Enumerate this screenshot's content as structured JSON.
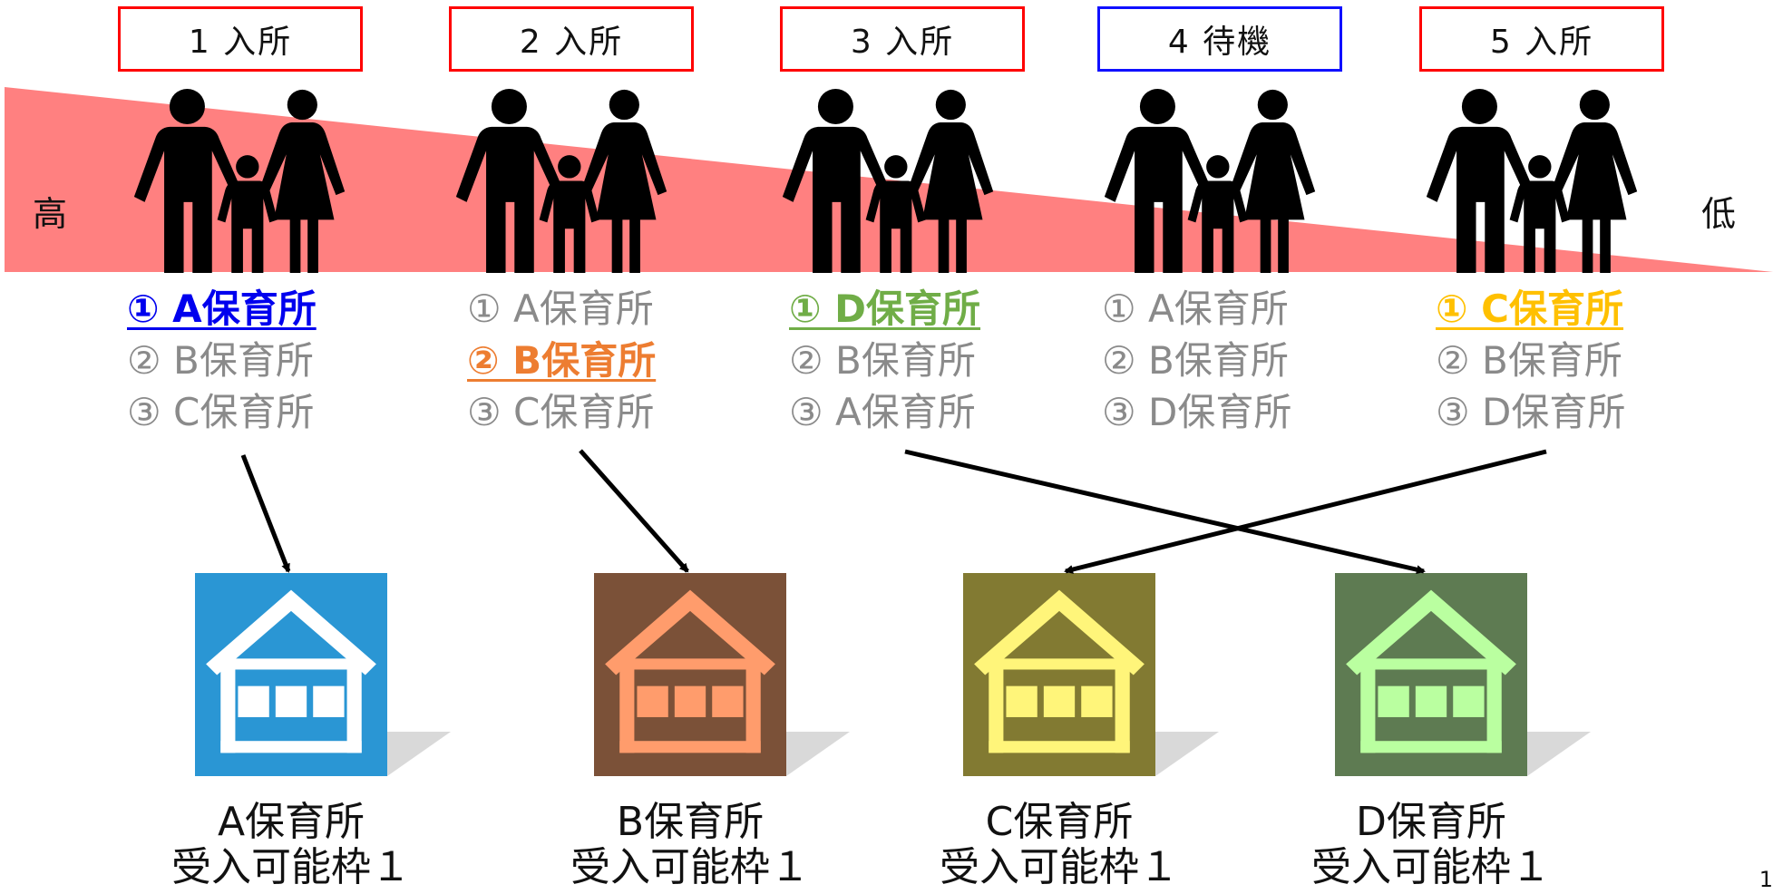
{
  "rank_high": "高",
  "rank_low": "低",
  "families": [
    {
      "status": "1 入所",
      "wait": false,
      "choices": [
        "① A保育所",
        "② B保育所",
        "③ C保育所"
      ],
      "hit": 0,
      "hit_color": "#0000ee"
    },
    {
      "status": "2 入所",
      "wait": false,
      "choices": [
        "① A保育所",
        "② B保育所",
        "③ C保育所"
      ],
      "hit": 1,
      "hit_color": "#ed7d31"
    },
    {
      "status": "3 入所",
      "wait": false,
      "choices": [
        "① D保育所",
        "② B保育所",
        "③ A保育所"
      ],
      "hit": 0,
      "hit_color": "#70ad47"
    },
    {
      "status": "4 待機",
      "wait": true,
      "choices": [
        "① A保育所",
        "② B保育所",
        "③ D保育所"
      ],
      "hit": null,
      "hit_color": ""
    },
    {
      "status": "5 入所",
      "wait": false,
      "choices": [
        "① C保育所",
        "② B保育所",
        "③ D保育所"
      ],
      "hit": 0,
      "hit_color": "#ffc000"
    }
  ],
  "nurseries": [
    {
      "name": "A保育所",
      "capacity": "受入可能枠１",
      "bg": "#2a96d4",
      "fg": "#ffffff"
    },
    {
      "name": "B保育所",
      "capacity": "受入可能枠１",
      "bg": "#7b5138",
      "fg": "#ff9c6c"
    },
    {
      "name": "C保育所",
      "capacity": "受入可能枠１",
      "bg": "#827a32",
      "fg": "#fff57a"
    },
    {
      "name": "D保育所",
      "capacity": "受入可能枠１",
      "bg": "#5e7b52",
      "fg": "#baffa0"
    }
  ],
  "page_number": "1"
}
